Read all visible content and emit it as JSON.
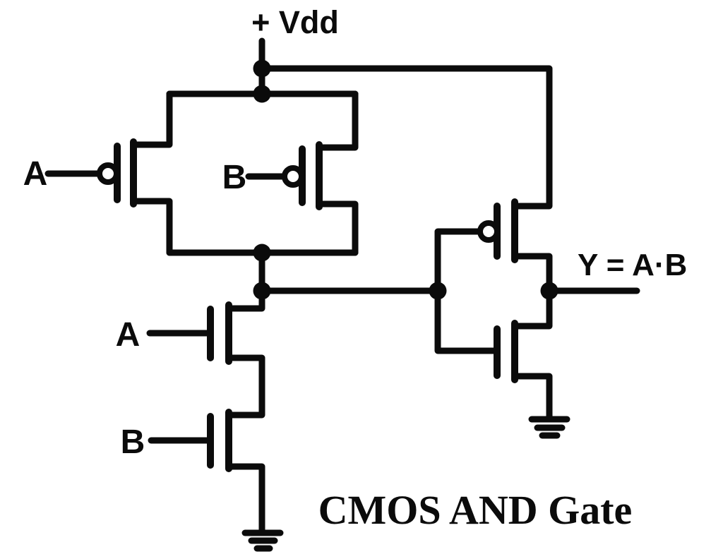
{
  "title": "CMOS AND Gate",
  "labels": {
    "vdd": "+ Vdd",
    "output": "Y = A·B",
    "pmos_input_a": "A",
    "pmos_input_b": "B",
    "nmos_input_a": "A",
    "nmos_input_b": "B"
  },
  "colors": {
    "ink": "#0b0b0b",
    "background": "#ffffff"
  }
}
